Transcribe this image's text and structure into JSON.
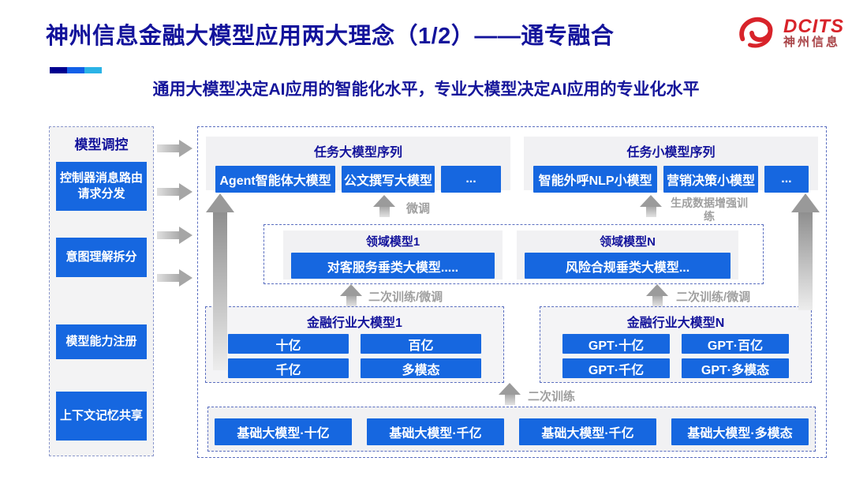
{
  "header": {
    "title": "神州信息金融大模型应用两大理念（1/2）——通专融合",
    "tagline": "通用大模型决定AI应用的智能化水平，专业大模型决定AI应用的专业化水平"
  },
  "logo": {
    "name": "DCITS",
    "cn": "神州信息"
  },
  "colors": {
    "navy_text": "#13139b",
    "accent_blue": "#1667e0",
    "brand_red": "#d8232a",
    "panel_gray": "#f1f1f3",
    "dashed_border": "#5a6ec0",
    "arrow_gray": "#9b9b9b"
  },
  "sidebar": {
    "title": "模型调控",
    "items": [
      "控制器消息路由请求分发",
      "意图理解拆分",
      "模型能力注册",
      "上下文记忆共享"
    ]
  },
  "top_groups": {
    "large": {
      "title": "任务大模型序列",
      "items": [
        "Agent智能体大模型",
        "公文撰写大模型",
        "..."
      ]
    },
    "small": {
      "title": "任务小模型序列",
      "items": [
        "智能外呼NLP小模型",
        "营销决策小模型",
        "..."
      ]
    }
  },
  "domain": {
    "box1": {
      "title": "领域模型1",
      "model": "对客服务垂类大模型....."
    },
    "boxN": {
      "title": "领域模型N",
      "model": "风险合规垂类大模型..."
    }
  },
  "industry": {
    "box1": {
      "title": "金融行业大模型1",
      "items": [
        "十亿",
        "百亿",
        "千亿",
        "多模态"
      ]
    },
    "boxN": {
      "title": "金融行业大模型N",
      "items": [
        "GPT·十亿",
        "GPT·百亿",
        "GPT·千亿",
        "GPT·多模态"
      ]
    }
  },
  "base": {
    "items": [
      "基础大模型·十亿",
      "基础大模型·千亿",
      "基础大模型·千亿",
      "基础大模型·多模态"
    ]
  },
  "labels": {
    "fine_tune": "微调",
    "gen_data": "生成数据增强训练",
    "retrain_ft_left": "二次训练/微调",
    "retrain_ft_right": "二次训练/微调",
    "retrain": "二次训练"
  }
}
